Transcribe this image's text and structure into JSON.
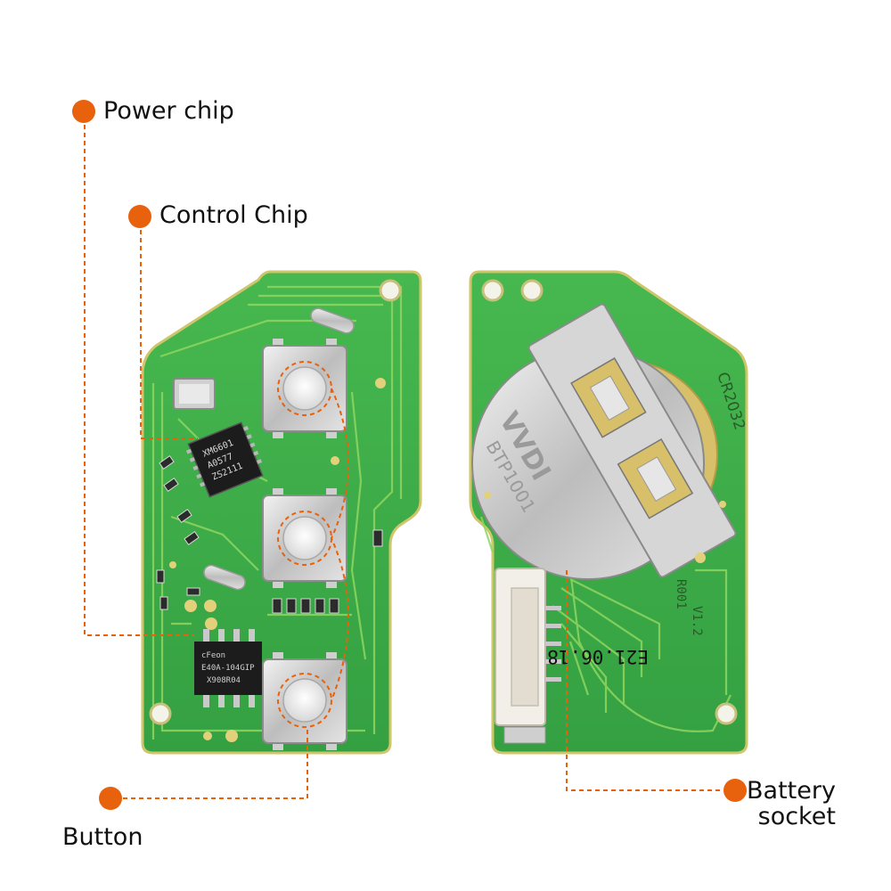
{
  "callouts": {
    "power_chip": "Power chip",
    "control_chip": "Control Chip",
    "button": "Button",
    "battery_socket_line1": "Battery",
    "battery_socket_line2": "socket"
  },
  "board_markings": {
    "control_chip_text": [
      "XM6601",
      "A0577",
      "ZS2111"
    ],
    "power_chip_text": [
      "cFeon",
      "E40A-104GIP",
      "X908R04"
    ],
    "battery_clip_text": [
      "VVDI",
      "BTP1001"
    ],
    "battery_cell_text": "CR2032",
    "board_code": "E21.06.18",
    "side_code": "R001",
    "side_rev": "V1.2"
  },
  "colors": {
    "accent": "#e8610c",
    "pcb_green": "#3fb04a",
    "pcb_edge": "#d8d26a",
    "trace": "#9fd86a",
    "chip": "#1c1c1c",
    "metal": "#c9c9c9"
  }
}
